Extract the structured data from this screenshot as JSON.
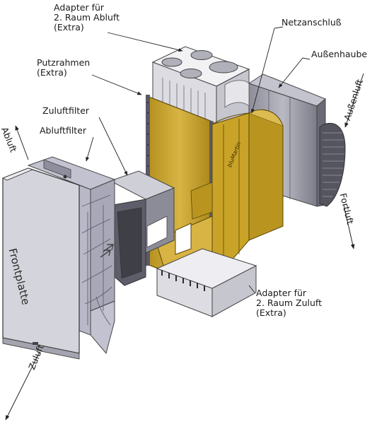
{
  "labels": {
    "adapter_abluft": [
      "Adapter für",
      "2. Raum Abluft",
      "(Extra)"
    ],
    "netzanschluss": "Netzanschluß",
    "aussenhaube": "Außenhaube",
    "putzrahmen": [
      "Putzrahmen",
      "(Extra)"
    ],
    "zuluftfilter": "Zuluftfilter",
    "abluftfilter": "Abluftfilter",
    "abluft": "Abluft",
    "aussenluft": "Außenluft",
    "fortluft": "Fortluft",
    "frontplatte": "Frontplatte",
    "brand": "bluMartin",
    "adapter_zuluft": [
      "Adapter für",
      "2. Raum Zuluft",
      "(Extra)"
    ],
    "zuluft": "Zuluft"
  },
  "colors": {
    "gold": "#c9a328",
    "gold_dark": "#8f7012",
    "gold_light": "#dcbc50",
    "steel": "#9a9aa6",
    "steel_dark": "#6e6e78",
    "panel": "#d4d4dc",
    "white_part": "#ececf0"
  }
}
